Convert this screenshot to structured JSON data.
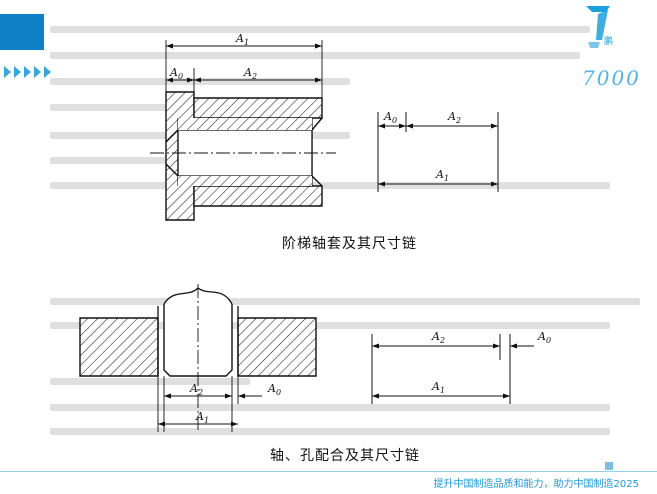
{
  "captions": {
    "top": "阶梯轴套及其尺寸链",
    "bottom": "轴、孔配合及其尺寸链"
  },
  "labels": {
    "sleeve_A1": "A1",
    "sleeve_A0": "A0",
    "sleeve_A2": "A2",
    "chain1_A0": "A0",
    "chain1_A2": "A2",
    "chain1_A1": "A1",
    "fit_A2": "A2",
    "fit_A0": "A0",
    "fit_A1": "A1",
    "chain2_A2": "A2",
    "chain2_A0": "A0",
    "chain2_A1": "A1"
  },
  "watermark": "7000",
  "logo_text": "鹏",
  "footer": "提升中国制造品质和能力，助力中国制造2025",
  "colors": {
    "accent": "#0f7fc6",
    "chevron": "#36a6de",
    "footer_text": "#1d9ad6"
  }
}
